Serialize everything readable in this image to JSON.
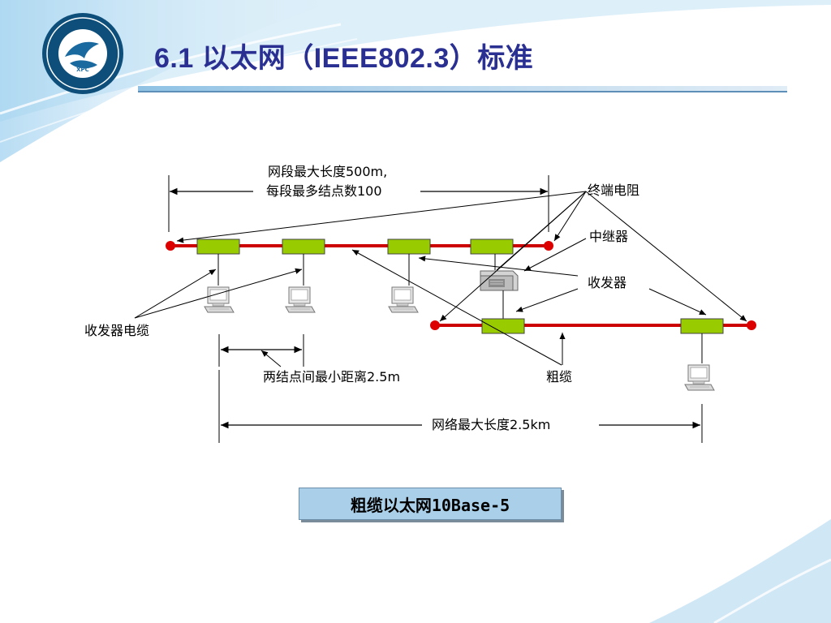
{
  "slide": {
    "title": "6.1 以太网（IEEE802.3）标准"
  },
  "diagram": {
    "labels": {
      "segment_len_line1": "网段最大长度500m,",
      "segment_len_line2": "每段最多结点数100",
      "terminator": "终端电阻",
      "repeater": "中继器",
      "transceiver": "收发器",
      "transceiver_cable": "收发器电缆",
      "min_spacing": "两结点间最小距离2.5m",
      "thick_cable": "粗缆",
      "max_network_len": "网络最大长度2.5km"
    },
    "colors": {
      "cable": "#cc0000",
      "transceiver_fill": "#99cc00",
      "terminator": "#dd0000"
    }
  },
  "caption": {
    "text": "粗缆以太网10Base-5"
  }
}
